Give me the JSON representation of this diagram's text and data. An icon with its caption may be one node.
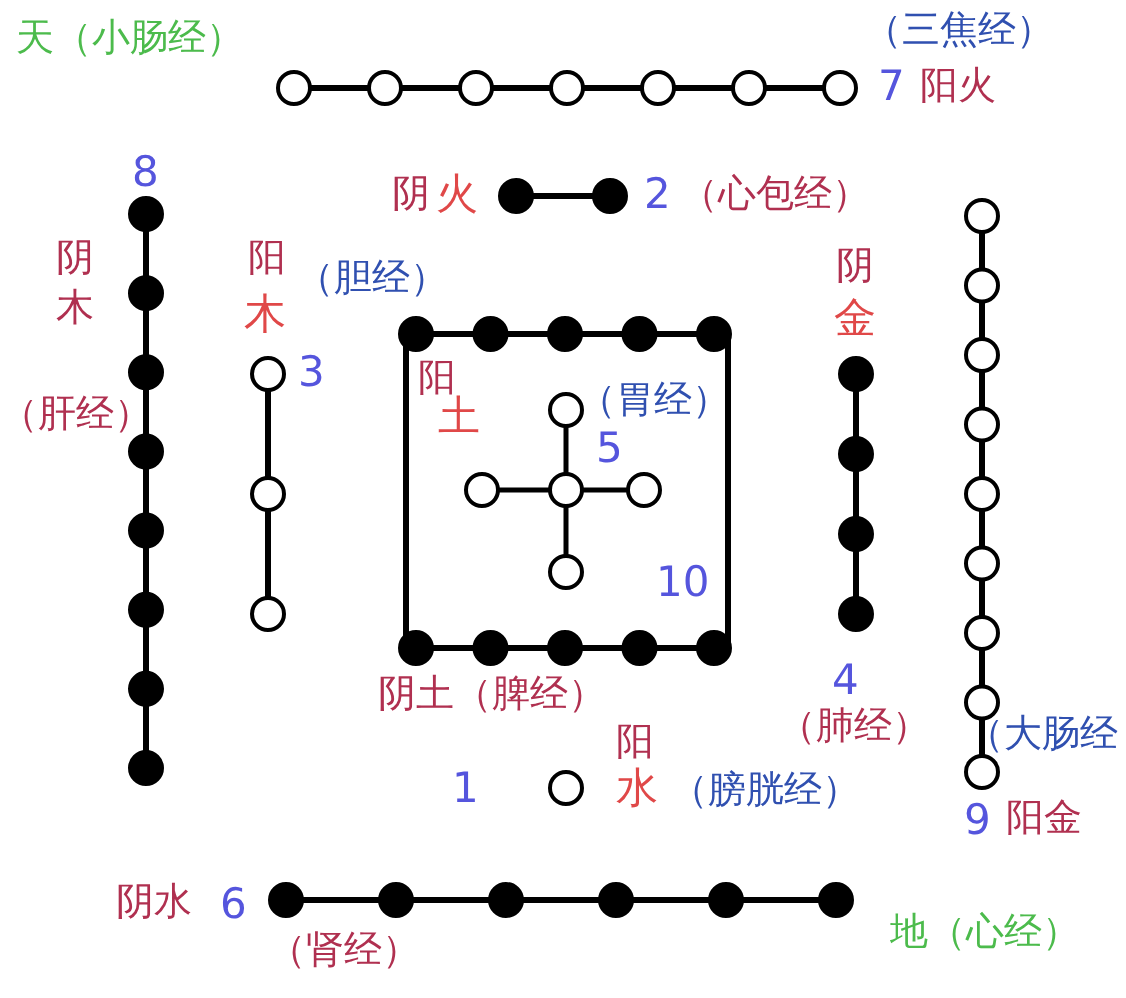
{
  "diagram": {
    "labels": [
      "天（小肠经）",
      "（三焦经）",
      "7",
      "阳火",
      "8",
      "阴",
      "火",
      "2",
      "（心包经）",
      "阴",
      "木",
      "阳",
      "（胆经）",
      "木",
      "阴",
      "金",
      "（肝经）",
      "3",
      "阳",
      "土",
      "（胃经）",
      "5",
      "10",
      "阴土（脾经）",
      "4",
      "（肺经）",
      "阳",
      "（大肠经",
      "1",
      "水",
      "（膀胱经）",
      "9",
      "阳金",
      "阴水",
      "6",
      "地（心经）",
      "（肾经）"
    ]
  }
}
